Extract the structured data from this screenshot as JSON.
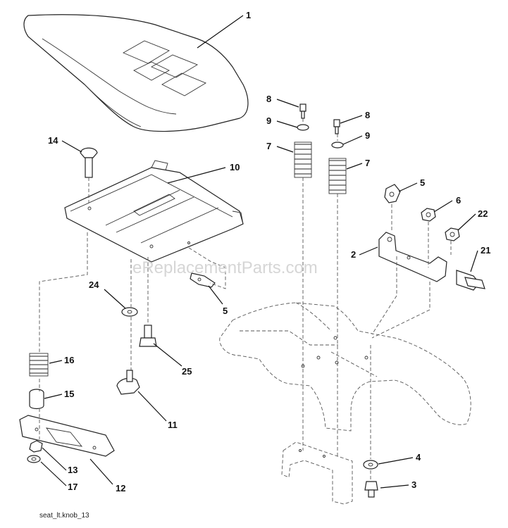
{
  "watermark": "eReplacementParts.com",
  "footer_caption": "seat_lt.knob_13",
  "callouts": {
    "c1": "1",
    "c2": "2",
    "c3": "3",
    "c4": "4",
    "c5a": "5",
    "c5b": "5",
    "c6": "6",
    "c7a": "7",
    "c7b": "7",
    "c8a": "8",
    "c8b": "8",
    "c9a": "9",
    "c9b": "9",
    "c10": "10",
    "c11": "11",
    "c12": "12",
    "c13": "13",
    "c14": "14",
    "c15": "15",
    "c16": "16",
    "c17": "17",
    "c21": "21",
    "c22": "22",
    "c24": "24",
    "c25": "25"
  }
}
